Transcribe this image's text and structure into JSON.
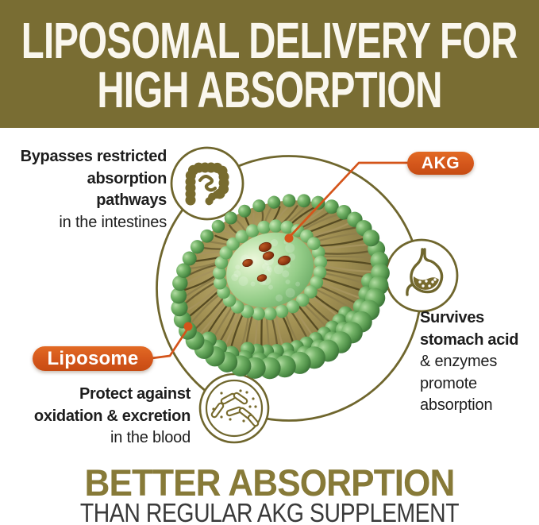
{
  "header": {
    "line1": "LIPOSOMAL DELIVERY FOR",
    "line2": "HIGH ABSORPTION"
  },
  "callouts": {
    "akg_label": "AKG",
    "liposome_label": "Liposome",
    "intestines": {
      "bold1": "Bypasses restricted",
      "bold2": "absorption",
      "bold3": "pathways",
      "note": "in the intestines"
    },
    "stomach": {
      "bold1": "Survives",
      "bold2": "stomach acid",
      "note1": "& enzymes",
      "note2": "promote",
      "note3": "absorption"
    },
    "blood": {
      "bold1": "Protect against",
      "bold2": "oxidation & excretion",
      "note": "in the blood"
    }
  },
  "footer": {
    "headline": "BETTER ABSORPTION",
    "subline": "THAN REGULAR AKG SUPPLEMENT"
  },
  "icons": {
    "intestines": "intestines-icon",
    "stomach": "stomach-icon",
    "blood": "bacteria-in-blood-icon"
  },
  "colors": {
    "olive_banner": "#796d33",
    "outline_olive": "#6f662d",
    "icon_olive": "#786b2e",
    "orange": "#d4541a",
    "headline_olive": "#877a38",
    "body_text": "#1d1d1d",
    "subline_gray": "#3a3a3a",
    "liposome_green": "#6aa863",
    "core_green": "#a8d89c",
    "lipid_tan": "#a39254",
    "akg_rust": "#953a12"
  }
}
